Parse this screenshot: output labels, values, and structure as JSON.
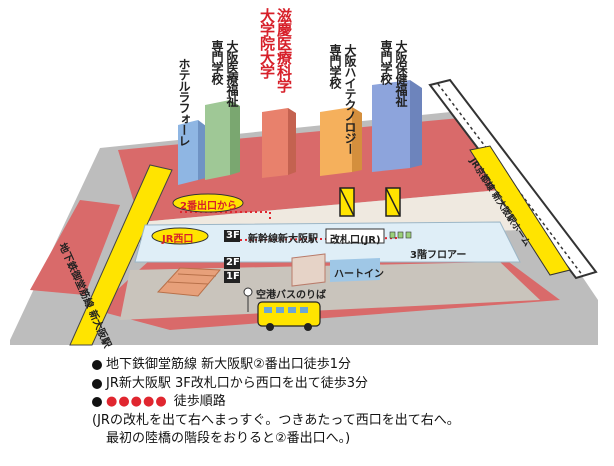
{
  "buildings": {
    "hotel": "ホテルラフォーレ",
    "iryo_fukushi": [
      "大阪医療福祉",
      "専門学校"
    ],
    "shiga_univ": [
      "滋慶医療科学",
      "大学院大学"
    ],
    "hightech": [
      "大阪ハイテクノロジー",
      "専門学校"
    ],
    "hoken_fukushi": [
      "大阪保健福祉",
      "専門学校"
    ]
  },
  "map_labels": {
    "subway": "地下鉄御堂筋線 新大阪駅",
    "exit2": "2番出口から",
    "jr_west": "JR西口",
    "floor_3f": "3F",
    "floor_2f": "2F",
    "floor_1f": "1F",
    "shinkansen": "新幹線新大阪駅",
    "gate_jr": "改札口(JR)",
    "floor_3": "3階フロアー",
    "heartin": "ハートイン",
    "bus_stop": "空港バスのりば",
    "jr_line": "JR京都線 新大阪駅ホーム"
  },
  "legend": {
    "line1": "地下鉄御堂筋線 新大阪駅②番出口徒歩1分",
    "line2": "JR新大阪駅 3F改札口から西口を出て徒歩3分",
    "line3": "徒歩順路",
    "line3_dots": "●●●●●",
    "line4": "(JRの改札を出て右へまっすぐ。つきあたって西口を出て右へ。",
    "line5": "最初の陸橋の階段をおりると②番出口へ。)"
  },
  "colors": {
    "ground_red": "#d96a6a",
    "plaza": "#efe9e0",
    "concourse": "#dfeef7",
    "route": "#e0262f",
    "yellow": "#ffe400",
    "bldg_hotel": "#8fb6e3",
    "bldg_iryo": "#9fc896",
    "bldg_shiga": "#e8816c",
    "bldg_hightech": "#f5b05c",
    "bldg_hoken": "#8da4dc"
  }
}
